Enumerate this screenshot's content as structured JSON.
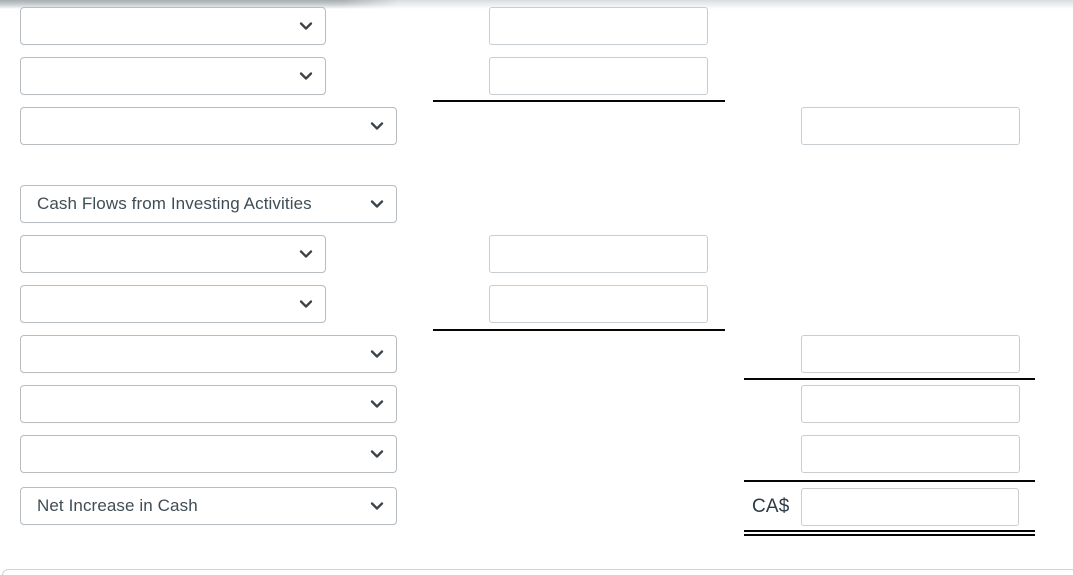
{
  "statement": {
    "currency_prefix": "CA$",
    "selects": [
      {
        "label": ""
      },
      {
        "label": ""
      },
      {
        "label": ""
      },
      {
        "label": "Cash Flows from Investing Activities"
      },
      {
        "label": ""
      },
      {
        "label": ""
      },
      {
        "label": ""
      },
      {
        "label": ""
      },
      {
        "label": ""
      },
      {
        "label": "Net Increase in Cash"
      }
    ],
    "middle_inputs": [
      {
        "value": ""
      },
      {
        "value": ""
      },
      {
        "value": ""
      },
      {
        "value": ""
      }
    ],
    "right_inputs": [
      {
        "value": ""
      },
      {
        "value": ""
      },
      {
        "value": ""
      },
      {
        "value": ""
      },
      {
        "value": ""
      }
    ]
  },
  "icons": {
    "select_chevron": "chevron-down"
  },
  "colors": {
    "rule_line": "#060606",
    "select_border": "#b7bdc1",
    "input_border": "#c7cdd1",
    "select_text": "#3f4d56",
    "currency_text": "#2d3b45",
    "top_shadow": "#a5acb1"
  }
}
